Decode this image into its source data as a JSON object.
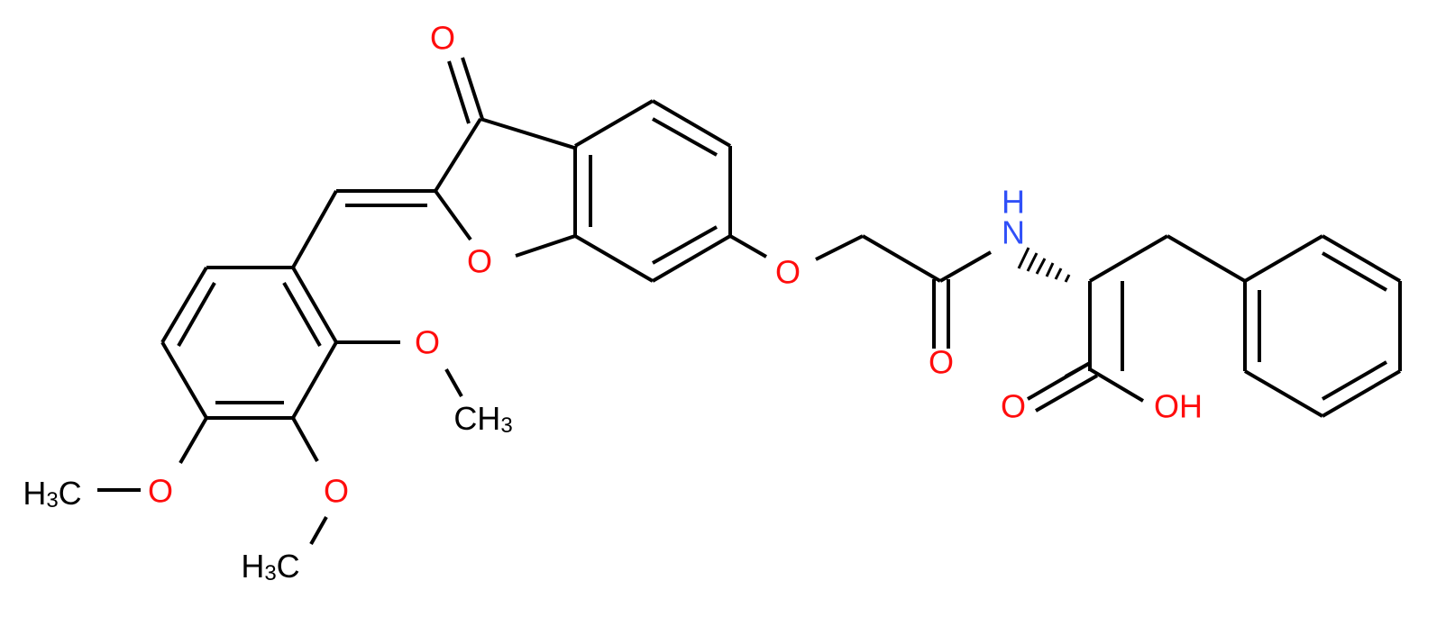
{
  "molecule": {
    "description": "Aurone-phenylalanine conjugate skeletal structure",
    "colors": {
      "bond": "#000000",
      "oxygen": "#FF0D0D",
      "nitrogen": "#3050F8",
      "carbon_label": "#000000"
    },
    "labels": {
      "ketone_o": "O",
      "furan_o": "O",
      "ether_o": "O",
      "amide_o": "O",
      "nh_n": "N",
      "nh_h": "H",
      "acid_o": "O",
      "acid_oh": "OH",
      "ome2_o": "O",
      "ome2_ch3_c": "CH",
      "ome2_ch3_sub": "3",
      "ome3_o": "O",
      "ome3_h": "H",
      "ome3_sub": "3",
      "ome3_c": "C",
      "ome4_o": "O",
      "ome4_h": "H",
      "ome4_sub": "3",
      "ome4_c": "C"
    }
  }
}
